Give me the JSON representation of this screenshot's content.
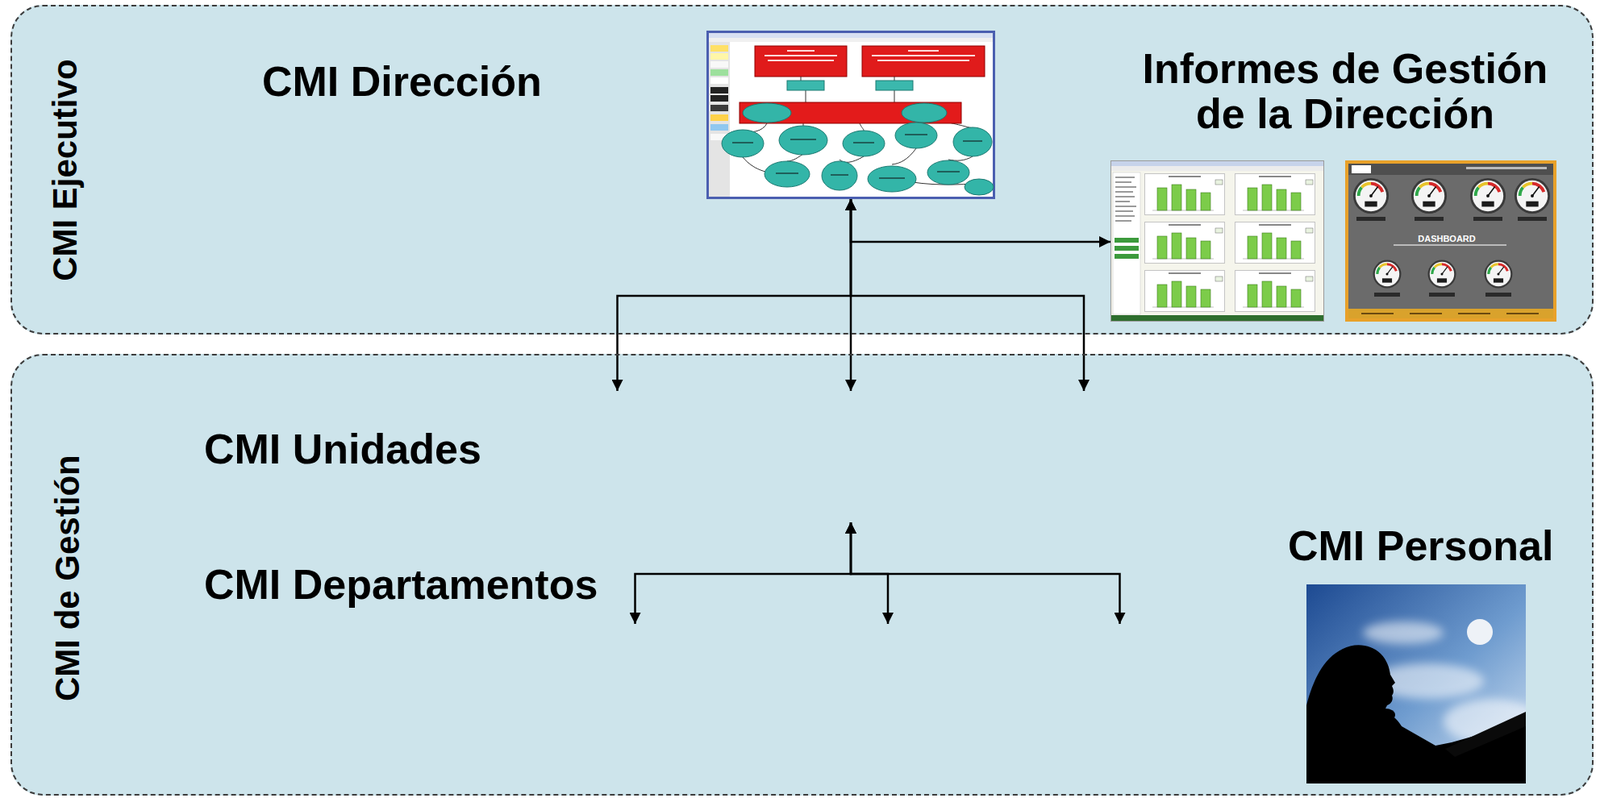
{
  "diagram": {
    "nodes": [
      {
        "text": [
          "CMI Ejecutivo"
        ]
      },
      {
        "text": [
          "CMI Dirección"
        ],
        "in": 0
      },
      {
        "text": [
          "Informes de Gestión de la Dirección"
        ],
        "in": 0
      },
      {
        "text": [
          "CMI de Gestión"
        ]
      },
      {
        "text": [
          "CMI Unidades"
        ],
        "in": 3
      },
      {
        "text": [],
        "in": 3
      },
      {
        "text": [],
        "in": 3
      },
      {
        "text": [
          "CMI Departamentos"
        ],
        "in": 3
      },
      {
        "text": [],
        "in": 3
      },
      {
        "text": [],
        "in": 3
      },
      {
        "text": [
          "CMI Personal"
        ],
        "in": 3
      }
    ],
    "edges": [
      {
        "from": 4,
        "to": 1,
        "arrow": "both"
      },
      {
        "from": 5,
        "to": 1,
        "arrow": "both"
      },
      {
        "from": 6,
        "to": 1,
        "arrow": "both"
      },
      {
        "from": 1,
        "to": 2,
        "arrow": "to"
      },
      {
        "from": 7,
        "to": 5,
        "arrow": "both"
      },
      {
        "from": 8,
        "to": 5,
        "arrow": "both"
      },
      {
        "from": 9,
        "to": 5,
        "arrow": "both"
      }
    ],
    "labels": [
      "DASHBOARD"
    ]
  }
}
